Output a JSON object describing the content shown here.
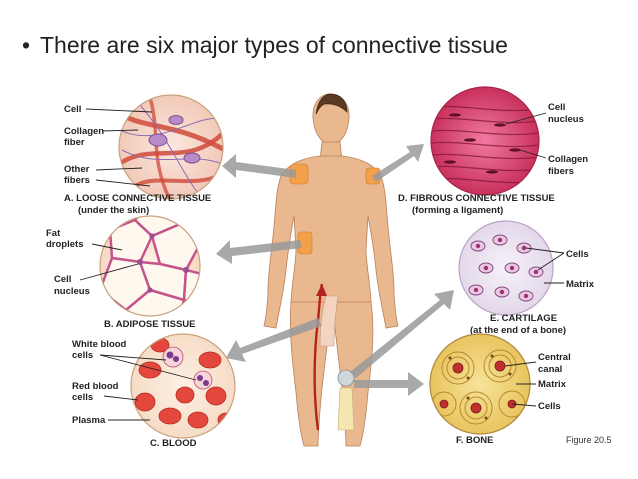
{
  "slide": {
    "bullet": "There are six major types of connective tissue",
    "figure_ref": "Figure 20.5"
  },
  "loose": {
    "label_cell": "Cell",
    "label_collagen_1": "Collagen",
    "label_collagen_2": "fiber",
    "label_other_1": "Other",
    "label_other_2": "fibers",
    "caption_1": "A.  LOOSE CONNECTIVE TISSUE",
    "caption_2": "(under the skin)"
  },
  "adipose": {
    "label_fat_1": "Fat",
    "label_fat_2": "droplets",
    "label_nucleus_1": "Cell",
    "label_nucleus_2": "nucleus",
    "caption": "B.  ADIPOSE TISSUE"
  },
  "blood": {
    "label_white_1": "White blood",
    "label_white_2": "cells",
    "label_red_1": "Red blood",
    "label_red_2": "cells",
    "label_plasma": "Plasma",
    "caption": "C.  BLOOD"
  },
  "fibrous": {
    "label_nucleus_1": "Cell",
    "label_nucleus_2": "nucleus",
    "label_collagen_1": "Collagen",
    "label_collagen_2": "fibers",
    "caption_1": "D.  FIBROUS CONNECTIVE TISSUE",
    "caption_2": "(forming a ligament)"
  },
  "cartilage": {
    "label_cells": "Cells",
    "label_matrix": "Matrix",
    "caption_1": "E.  CARTILAGE",
    "caption_2": "(at the end of a bone)"
  },
  "bone": {
    "label_canal_1": "Central",
    "label_canal_2": "canal",
    "label_matrix": "Matrix",
    "label_cells": "Cells",
    "caption": "F.  BONE"
  }
}
